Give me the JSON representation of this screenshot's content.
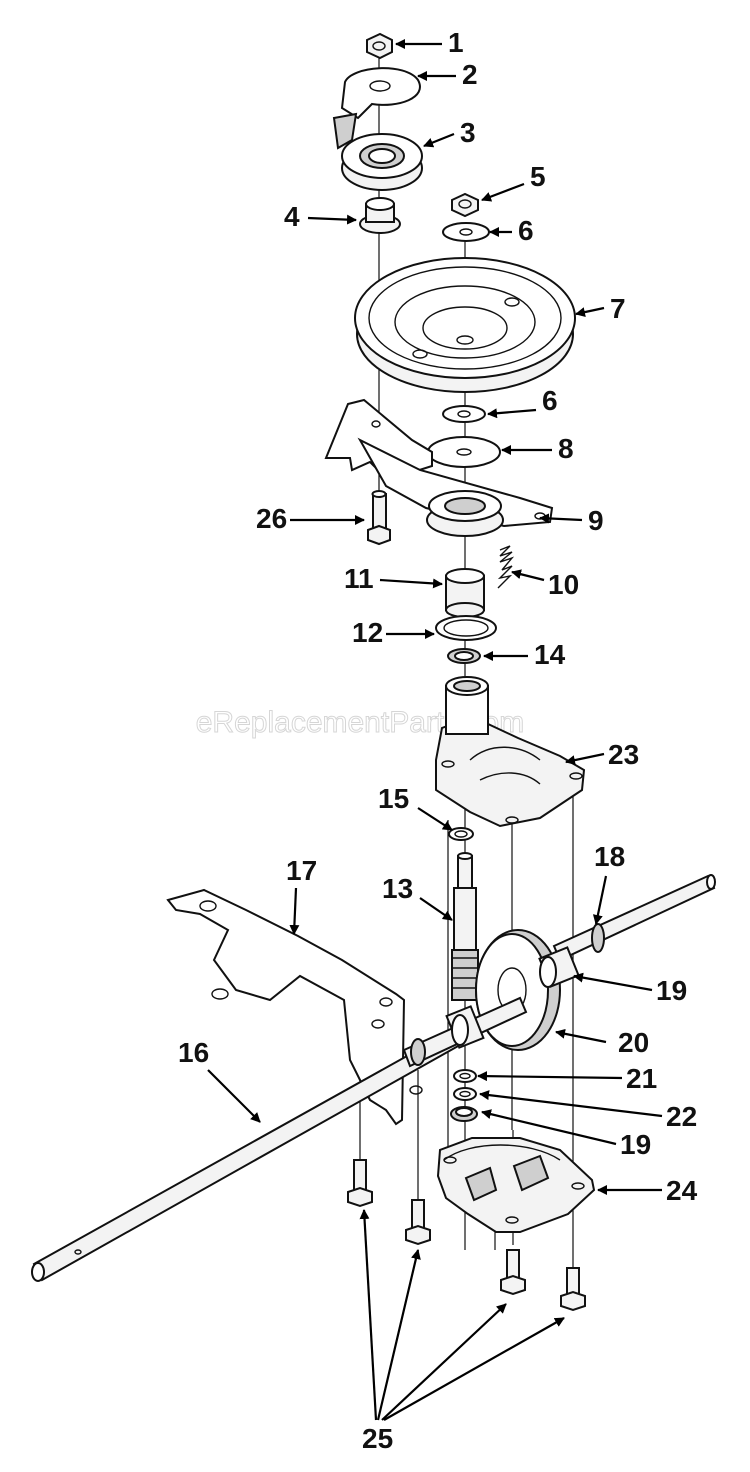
{
  "watermark": "eReplacementParts.com",
  "callouts": [
    {
      "id": "c1",
      "label": "1"
    },
    {
      "id": "c2",
      "label": "2"
    },
    {
      "id": "c3",
      "label": "3"
    },
    {
      "id": "c4",
      "label": "4"
    },
    {
      "id": "c5",
      "label": "5"
    },
    {
      "id": "c6a",
      "label": "6"
    },
    {
      "id": "c6b",
      "label": "6"
    },
    {
      "id": "c7",
      "label": "7"
    },
    {
      "id": "c8",
      "label": "8"
    },
    {
      "id": "c9",
      "label": "9"
    },
    {
      "id": "c10",
      "label": "10"
    },
    {
      "id": "c11",
      "label": "11"
    },
    {
      "id": "c12",
      "label": "12"
    },
    {
      "id": "c13",
      "label": "13"
    },
    {
      "id": "c14",
      "label": "14"
    },
    {
      "id": "c15",
      "label": "15"
    },
    {
      "id": "c16",
      "label": "16"
    },
    {
      "id": "c17",
      "label": "17"
    },
    {
      "id": "c18",
      "label": "18"
    },
    {
      "id": "c19a",
      "label": "19"
    },
    {
      "id": "c19b",
      "label": "19"
    },
    {
      "id": "c20",
      "label": "20"
    },
    {
      "id": "c21",
      "label": "21"
    },
    {
      "id": "c22",
      "label": "22"
    },
    {
      "id": "c23",
      "label": "23"
    },
    {
      "id": "c24",
      "label": "24"
    },
    {
      "id": "c25",
      "label": "25"
    },
    {
      "id": "c26",
      "label": "26"
    }
  ]
}
